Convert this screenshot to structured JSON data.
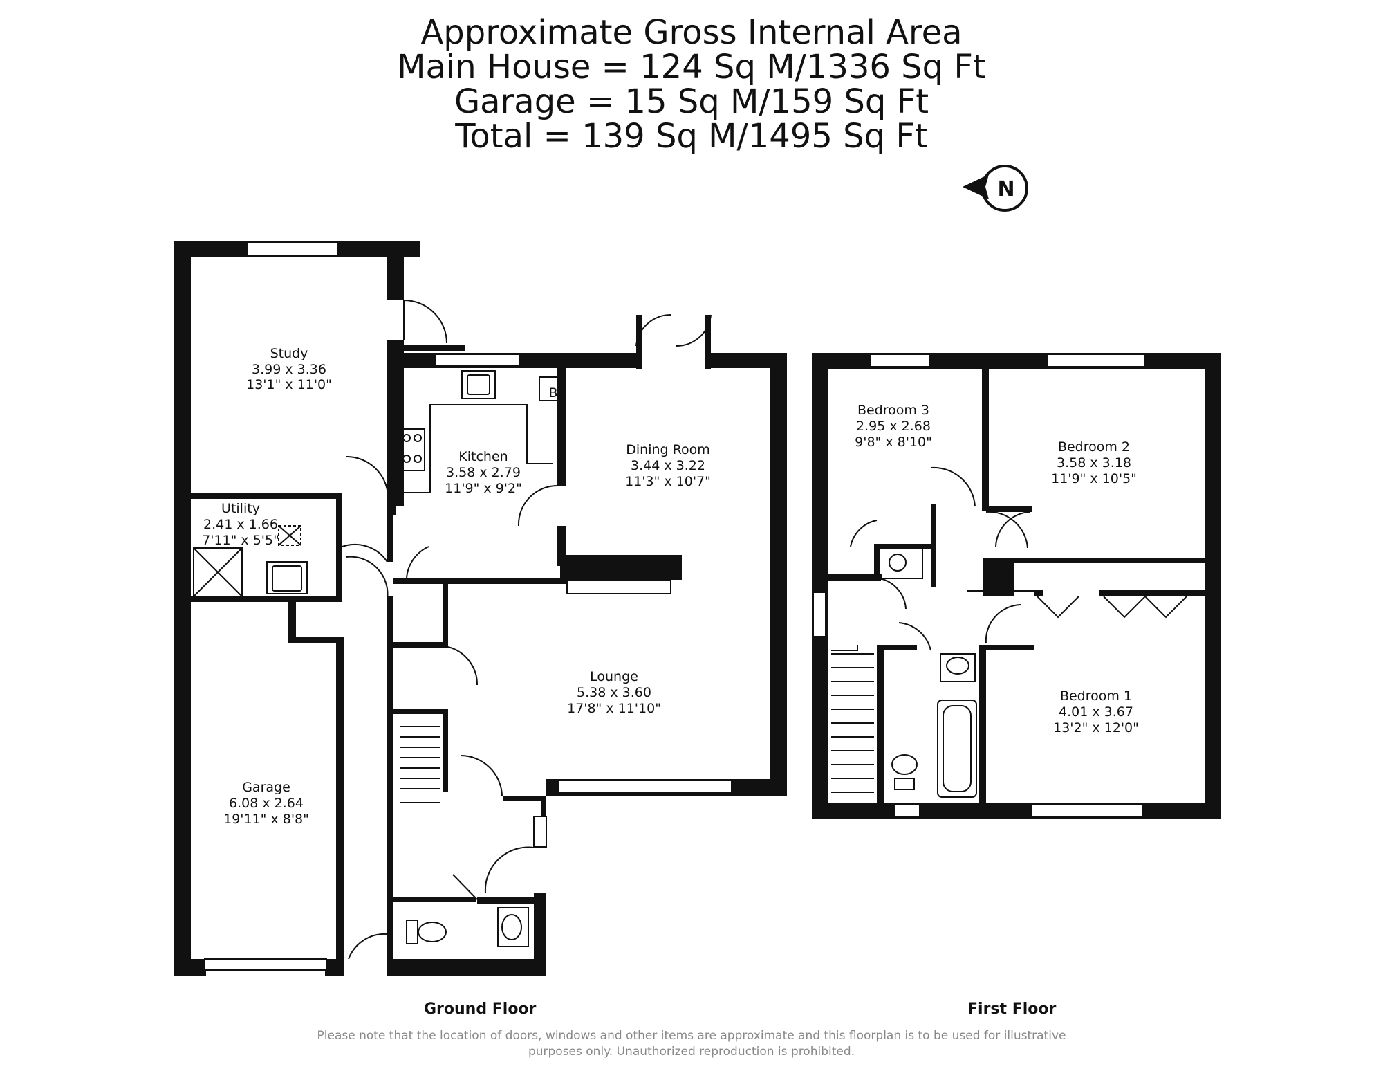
{
  "header": {
    "line1": "Approximate Gross Internal Area",
    "line2": "Main House = 124 Sq M/1336 Sq Ft",
    "line3": "Garage = 15 Sq M/159 Sq Ft",
    "line4": "Total = 139 Sq M/1495 Sq Ft"
  },
  "compass": {
    "letter": "N"
  },
  "ground_floor": {
    "label": "Ground Floor",
    "rooms": {
      "study": {
        "name": "Study",
        "metric": "3.99 x 3.36",
        "imperial": "13'1\" x 11'0\""
      },
      "kitchen": {
        "name": "Kitchen",
        "metric": "3.58 x 2.79",
        "imperial": "11'9\" x 9'2\""
      },
      "dining": {
        "name": "Dining Room",
        "metric": "3.44 x 3.22",
        "imperial": "11'3\" x 10'7\""
      },
      "utility": {
        "name": "Utility",
        "metric": "2.41 x 1.66",
        "imperial": "7'11\" x 5'5\""
      },
      "lounge": {
        "name": "Lounge",
        "metric": "5.38 x 3.60",
        "imperial": "17'8\" x 11'10\""
      },
      "garage": {
        "name": "Garage",
        "metric": "6.08 x 2.64",
        "imperial": "19'11\" x 8'8\""
      }
    },
    "boiler": "B"
  },
  "first_floor": {
    "label": "First Floor",
    "rooms": {
      "bedroom3": {
        "name": "Bedroom 3",
        "metric": "2.95 x 2.68",
        "imperial": "9'8\" x 8'10\""
      },
      "bedroom2": {
        "name": "Bedroom 2",
        "metric": "3.58 x 3.18",
        "imperial": "11'9\" x 10'5\""
      },
      "bedroom1": {
        "name": "Bedroom 1",
        "metric": "4.01 x 3.67",
        "imperial": "13'2\" x 12'0\""
      }
    }
  },
  "disclaimer": {
    "line1": "Please note that the location of doors, windows and other items are approximate and this floorplan is to be used for illustrative",
    "line2": "purposes only. Unauthorized reproduction is prohibited."
  }
}
